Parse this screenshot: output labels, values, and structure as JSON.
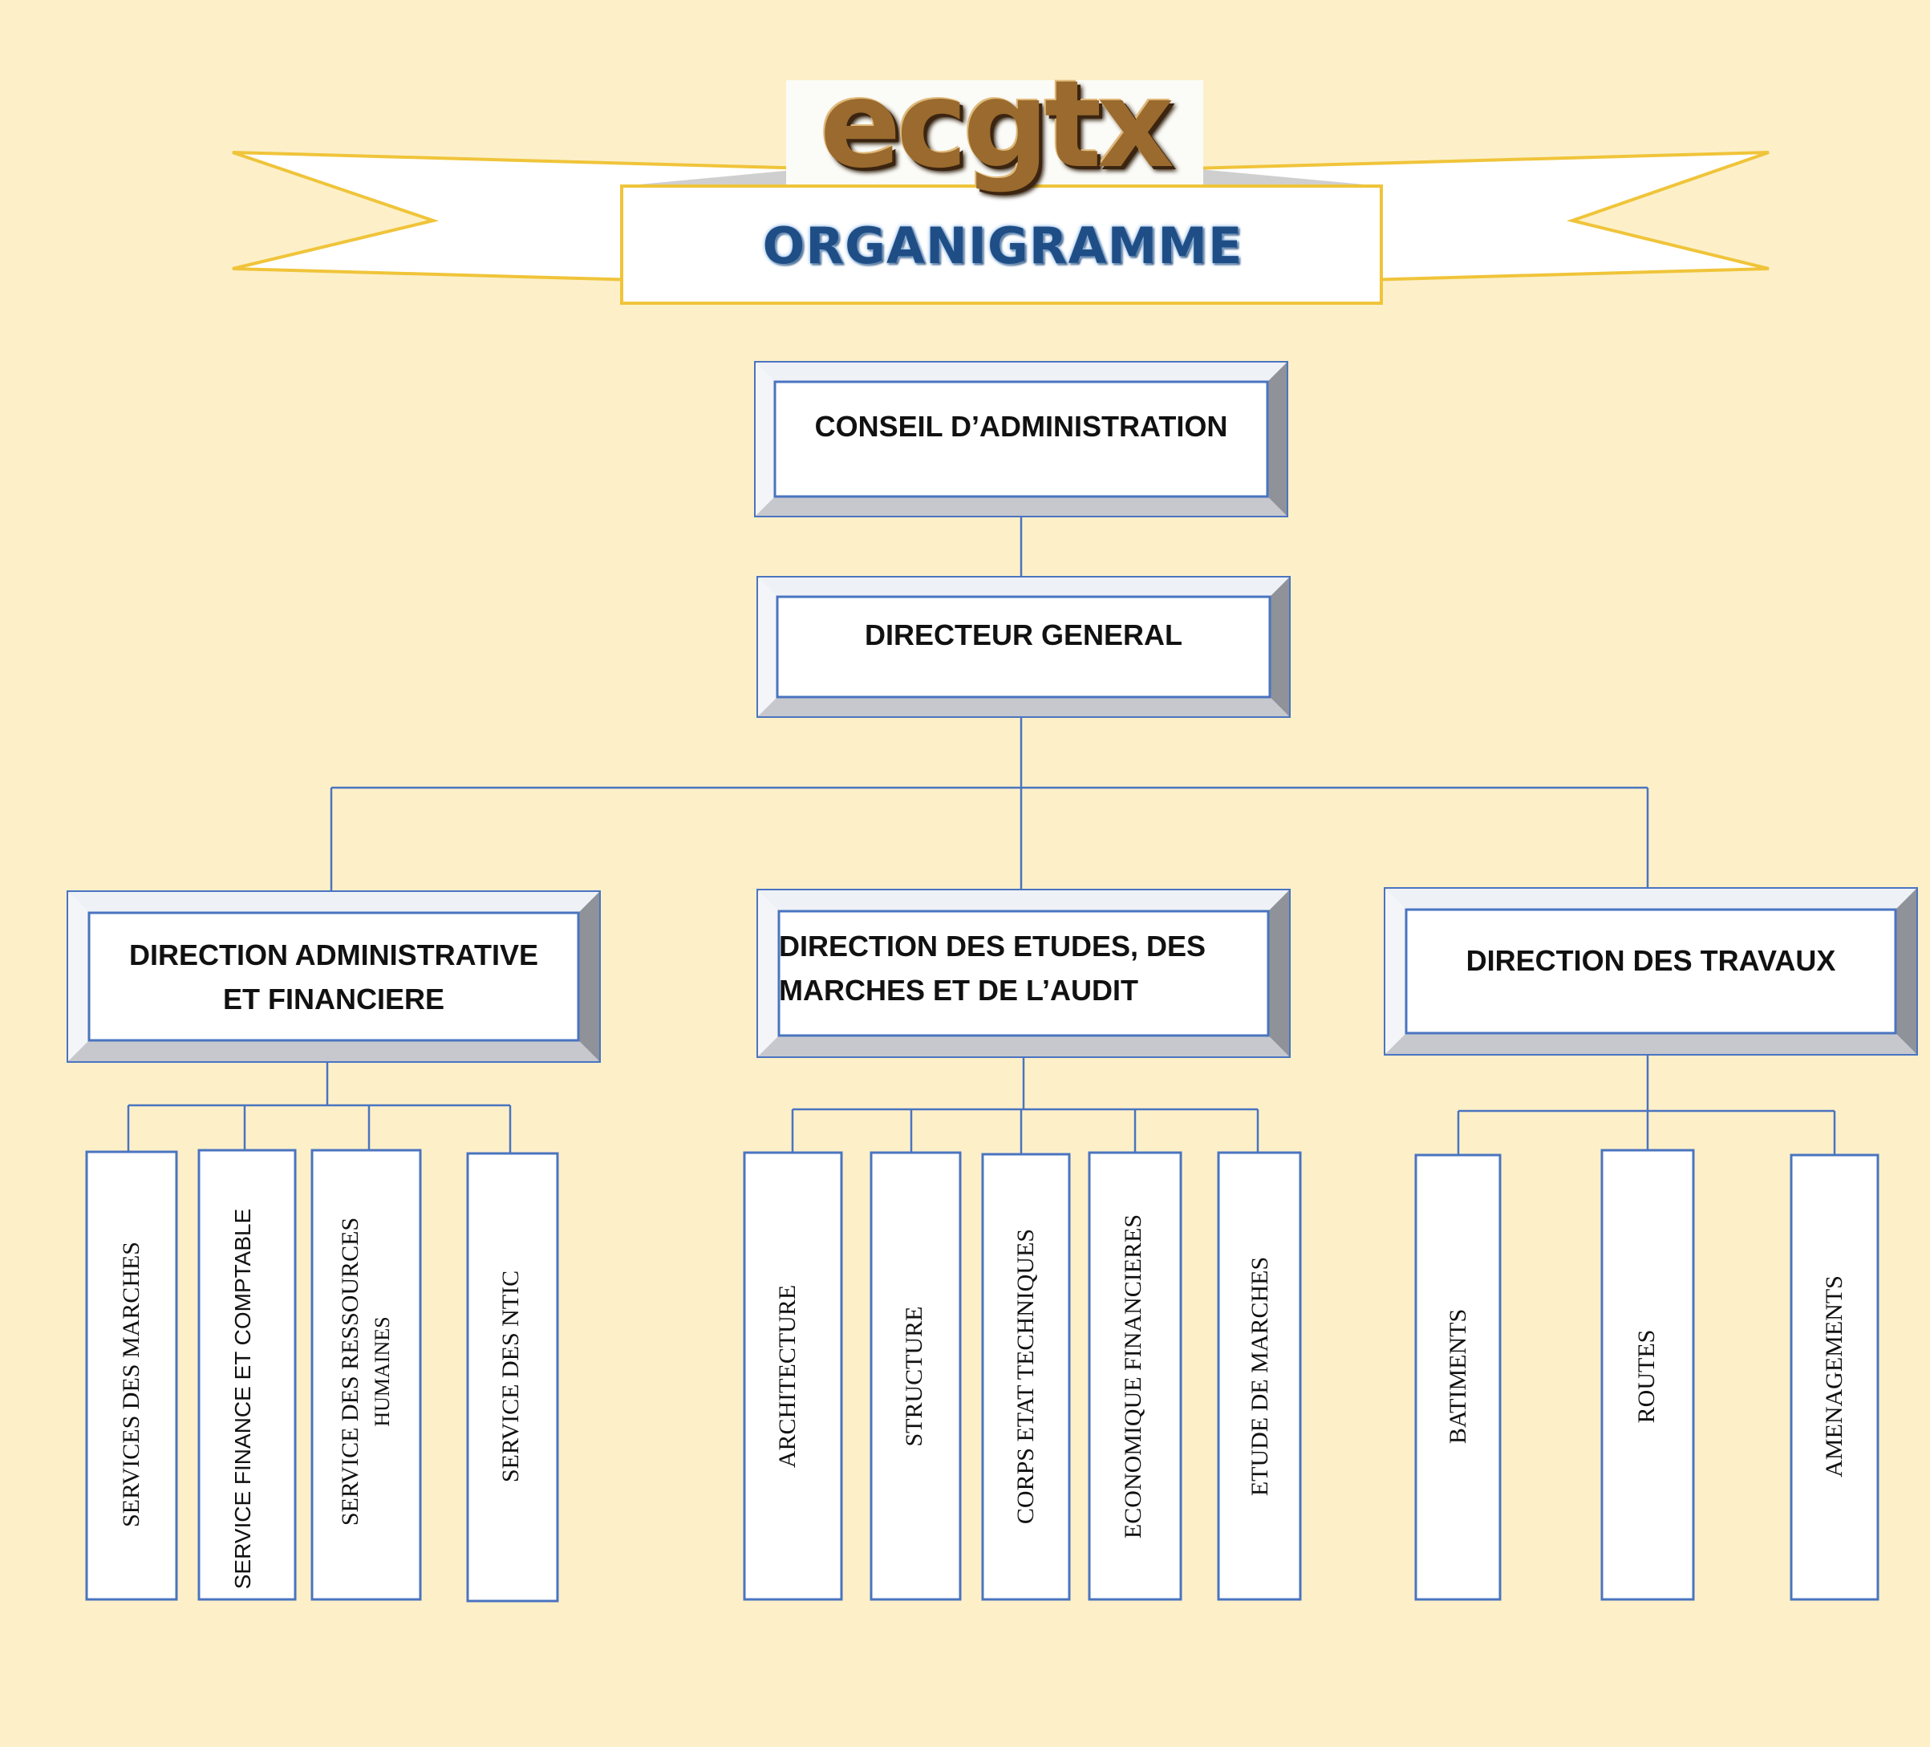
{
  "logo": {
    "text": "ecgtx"
  },
  "title": "ORGANIGRAMME",
  "colors": {
    "background": "#fdf0c9",
    "ribbon_stroke": "#f0c43a",
    "box_border": "#4a74c0",
    "bevel_top": "#eef1f6",
    "bevel_right": "#8f9299",
    "bevel_bottom": "#c6c8cd",
    "connector": "#4a74c0",
    "title_text": "#1f4e86"
  },
  "nodes": {
    "conseil": "CONSEIL D’ADMINISTRATION",
    "dg": "DIRECTEUR GENERAL",
    "daf": [
      "DIRECTION ADMINISTRATIVE",
      "ET FINANCIERE"
    ],
    "dema": [
      "DIRECTION DES ETUDES, DES",
      "MARCHES ET  DE L’AUDIT"
    ],
    "dt": "DIRECTION DES TRAVAUX"
  },
  "services": {
    "daf": [
      "SERVICES  DES  MARCHES",
      "SERVICE FINANCE ET COMPTABLE",
      "SERVICE DES RESSOURCES",
      "SERVICE DES NTIC"
    ],
    "daf_sub": "HUMAINES",
    "dema": [
      "ARCHITECTURE",
      "STRUCTURE",
      "CORPS ETAT TECHNIQUES",
      "ECONOMIQUE FINANCIERES",
      "ETUDE DE MARCHES"
    ],
    "dt": [
      "BATIMENTS",
      "ROUTES",
      "AMENAGEMENTS"
    ]
  }
}
